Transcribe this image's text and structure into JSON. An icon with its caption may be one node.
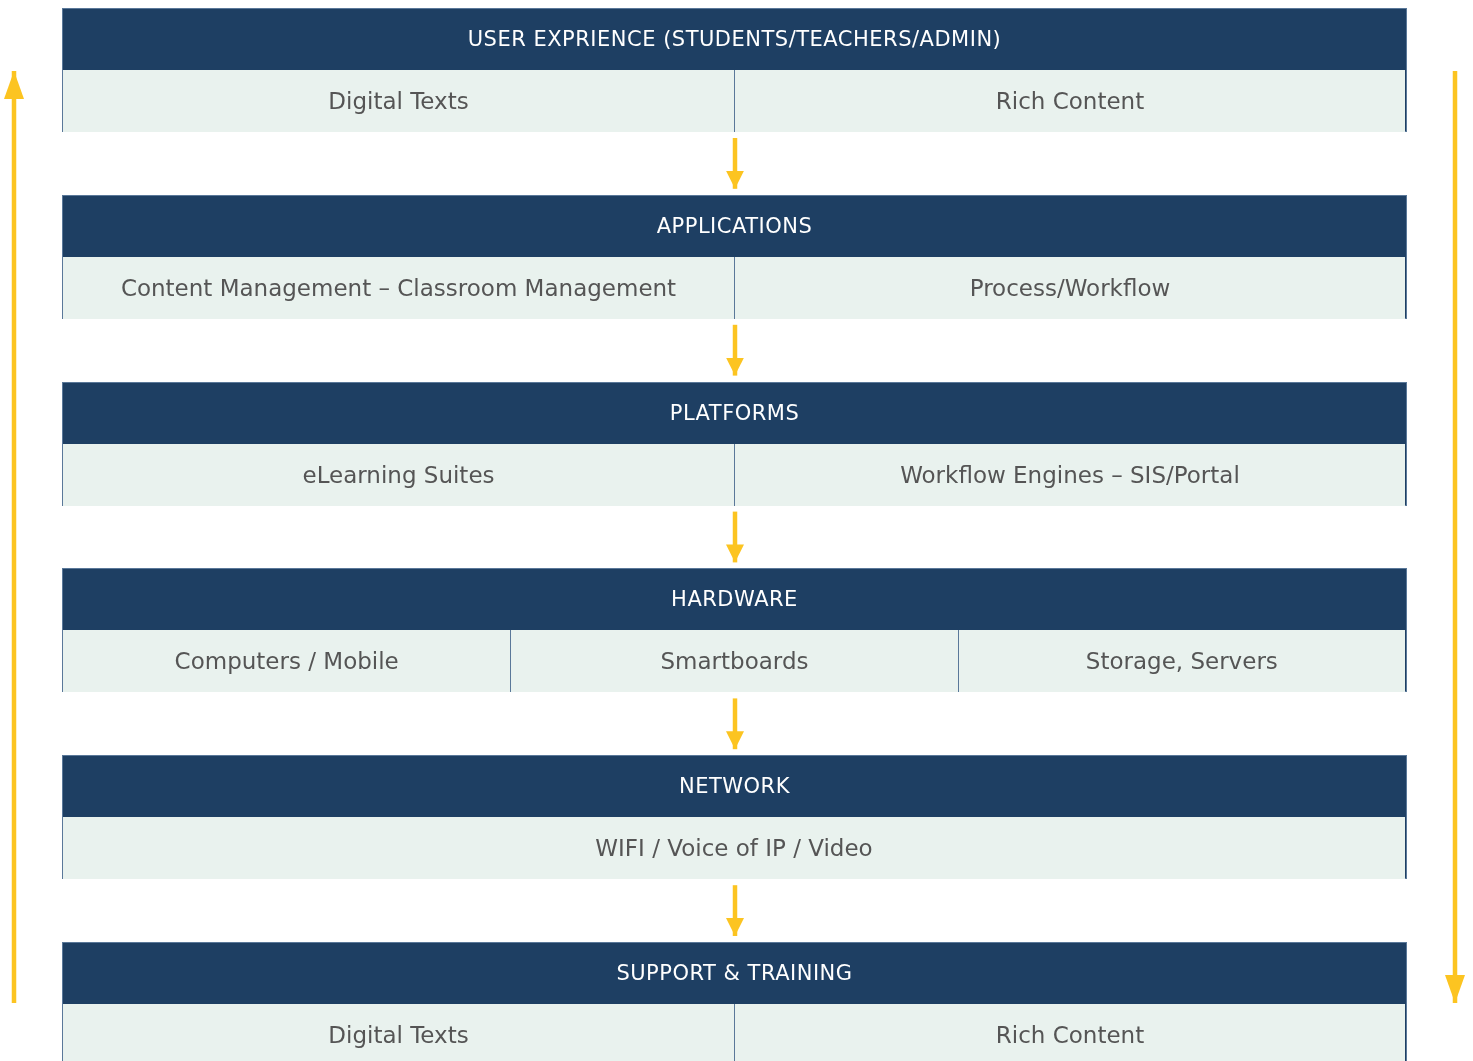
{
  "diagram": {
    "nodes": [
      {
        "text": [
          "USER EXPRIENCE (STUDENTS/TEACHERS/ADMIN)"
        ]
      },
      {
        "text": [
          "Digital Texts"
        ],
        "in": 0
      },
      {
        "text": [
          "Rich Content"
        ],
        "in": 0
      },
      {
        "text": [
          "APPLICATIONS"
        ]
      },
      {
        "text": [
          "Content Management – Classroom Management"
        ],
        "in": 3
      },
      {
        "text": [
          "Process/Workflow"
        ],
        "in": 3
      },
      {
        "text": [
          "PLATFORMS"
        ]
      },
      {
        "text": [
          "eLearning Suites"
        ],
        "in": 6
      },
      {
        "text": [
          "Workflow Engines – SIS/Portal"
        ],
        "in": 6
      },
      {
        "text": [
          "HARDWARE"
        ]
      },
      {
        "text": [
          "Computers / Mobile"
        ],
        "in": 9
      },
      {
        "text": [
          "Smartboards"
        ],
        "in": 9
      },
      {
        "text": [
          "Storage, Servers"
        ],
        "in": 9
      },
      {
        "text": [
          "NETWORK"
        ]
      },
      {
        "text": [
          "WIFI / Voice of IP / Video"
        ],
        "in": 13
      },
      {
        "text": [
          "SUPPORT & TRAINING"
        ]
      },
      {
        "text": [
          "Digital Texts"
        ],
        "in": 15
      },
      {
        "text": [
          "Rich Content"
        ],
        "in": 15
      }
    ],
    "edges": [
      {
        "from": 0,
        "to": 3,
        "arrow": "to"
      },
      {
        "from": 3,
        "to": 6,
        "arrow": "to"
      },
      {
        "from": 6,
        "to": 9,
        "arrow": "to"
      },
      {
        "from": 9,
        "to": 13,
        "arrow": "to"
      },
      {
        "from": 13,
        "to": 15,
        "arrow": "to"
      }
    ]
  }
}
